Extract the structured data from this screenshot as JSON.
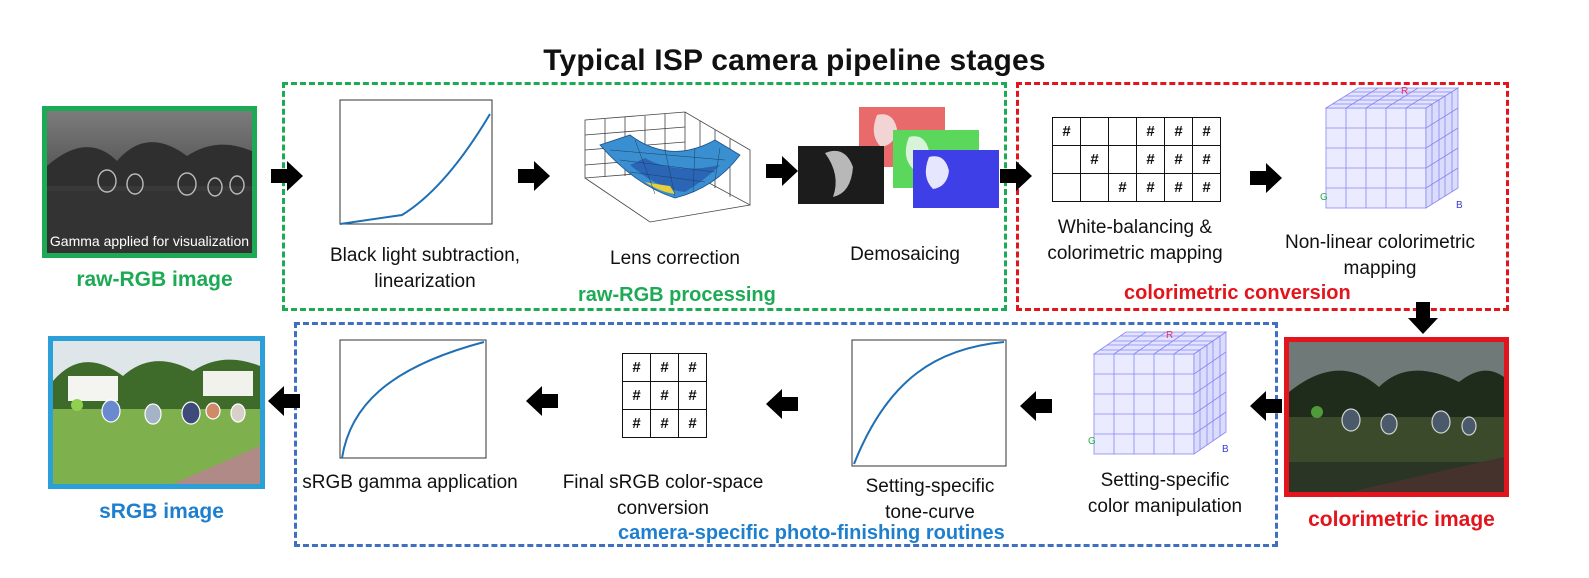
{
  "title": "Typical ISP camera pipeline stages",
  "images": {
    "raw": {
      "label": "raw-RGB image",
      "overlay": "Gamma applied for visualization",
      "color": "#1daa55"
    },
    "colorimetric": {
      "label": "colorimetric image",
      "color": "#e3141b"
    },
    "srgb": {
      "label": "sRGB image",
      "color": "#2a9fd8"
    }
  },
  "groups": {
    "raw_processing": {
      "label": "raw-RGB processing",
      "color": "#1daa55"
    },
    "colorimetric_conversion": {
      "label": "colorimetric conversion",
      "color": "#e3141b"
    },
    "photo_finishing": {
      "label": "camera-specific photo-finishing routines",
      "color": "#1f7fcf"
    }
  },
  "stages": {
    "black_light": {
      "line1": "Black light subtraction,",
      "line2": "linearization"
    },
    "lens": {
      "line1": "Lens correction"
    },
    "demosaic": {
      "line1": "Demosaicing"
    },
    "wb": {
      "line1": "White-balancing &",
      "line2": "colorimetric mapping"
    },
    "nonlinear": {
      "line1": "Non-linear colorimetric",
      "line2": "mapping"
    },
    "color_manip": {
      "line1": "Setting-specific",
      "line2": "color manipulation"
    },
    "tone_curve": {
      "line1": "Setting-specific",
      "line2": "tone-curve"
    },
    "final_srgb": {
      "line1": "Final sRGB color-space",
      "line2": "conversion"
    },
    "gamma": {
      "line1": "sRGB gamma application"
    }
  },
  "cube_axes": {
    "r": "R",
    "g": "G",
    "b": "B"
  },
  "grid_mark": "#",
  "icons": [
    "right-arrow-icon",
    "left-arrow-icon",
    "down-arrow-icon",
    "linearization-curve-icon",
    "lens-surface-icon",
    "demosaic-channels-icon",
    "matrix-grid-icon",
    "lut-cube-icon",
    "tone-curve-icon",
    "gamma-curve-icon"
  ]
}
